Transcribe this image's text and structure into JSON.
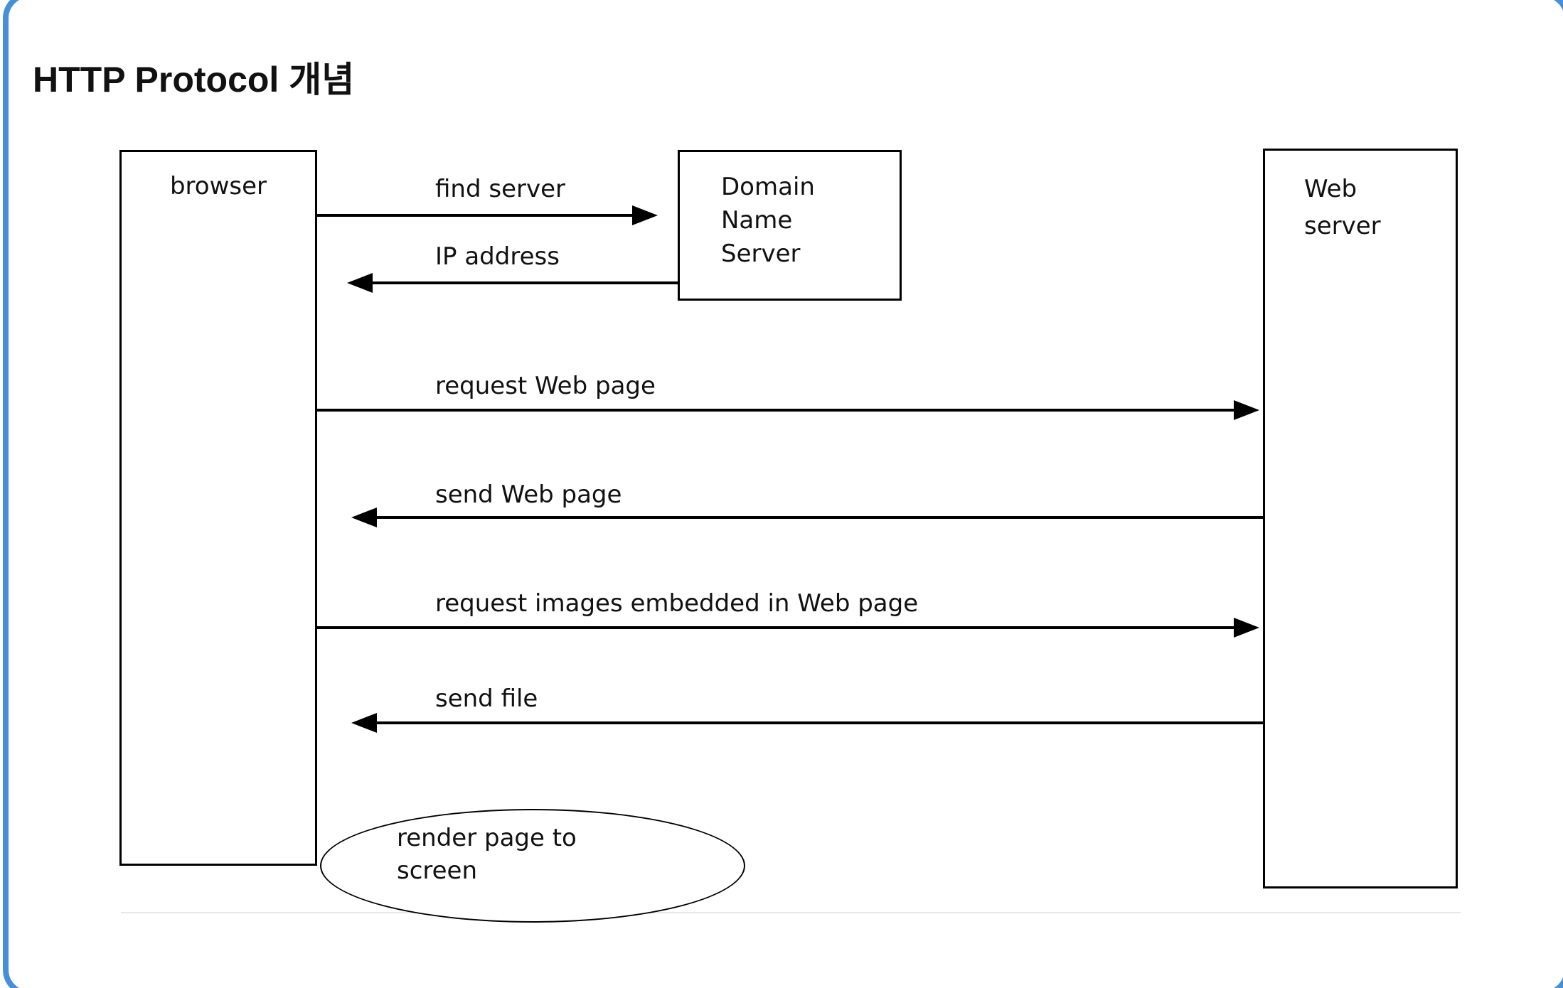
{
  "title": "HTTP Protocol 개념",
  "diagram": {
    "nodes": {
      "browser": {
        "label": "browser"
      },
      "dns": {
        "label": "Domain\nName\nServer"
      },
      "web_server": {
        "label": "Web\nserver"
      },
      "render_step": {
        "label": "render page to\nscreen"
      }
    },
    "edges": [
      {
        "label": "find server",
        "from": "browser",
        "to": "dns",
        "direction": "right"
      },
      {
        "label": "IP address",
        "from": "dns",
        "to": "browser",
        "direction": "left"
      },
      {
        "label": "request Web page",
        "from": "browser",
        "to": "web_server",
        "direction": "right"
      },
      {
        "label": "send Web page",
        "from": "web_server",
        "to": "browser",
        "direction": "left"
      },
      {
        "label": "request images embedded in Web page",
        "from": "browser",
        "to": "web_server",
        "direction": "right"
      },
      {
        "label": "send file",
        "from": "web_server",
        "to": "browser",
        "direction": "left"
      }
    ]
  },
  "colors": {
    "frame": "#4690d9",
    "line": "#000000",
    "faint_line": "#e8e8e8"
  }
}
